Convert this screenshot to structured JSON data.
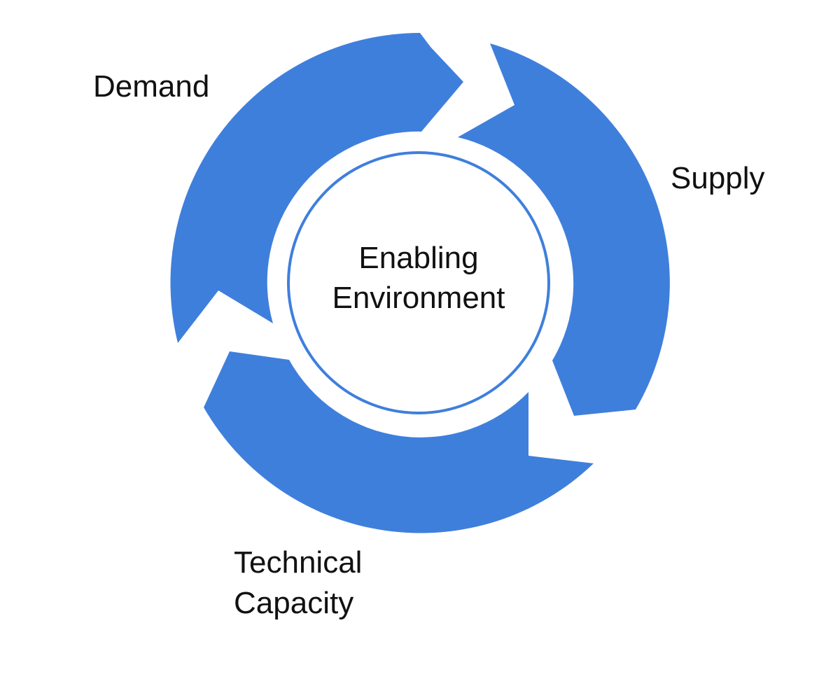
{
  "diagram": {
    "center_label": {
      "line1": "Enabling",
      "line2": "Environment"
    },
    "segments": [
      {
        "id": "demand",
        "label_lines": [
          "Demand"
        ]
      },
      {
        "id": "supply",
        "label_lines": [
          "Supply"
        ]
      },
      {
        "id": "technical-capacity",
        "label_lines": [
          "Technical",
          "Capacity"
        ]
      }
    ],
    "colors": {
      "arrow_fill": "#3f7fdc",
      "center_ring": "#3f7fdc",
      "text": "#111111",
      "background": "#ffffff"
    }
  }
}
